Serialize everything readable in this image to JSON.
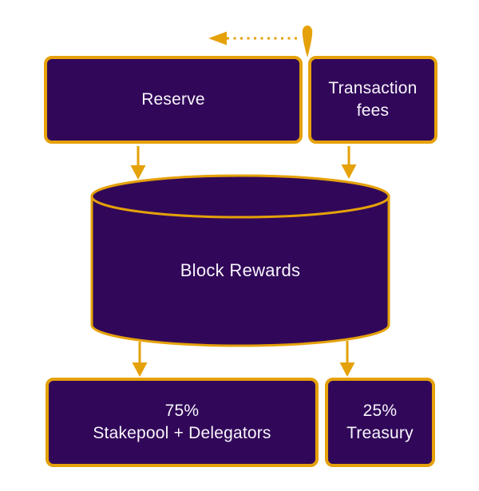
{
  "colors": {
    "background": "#ffffff",
    "node_fill": "#310859",
    "accent": "#e5a109",
    "text": "#f8f5fc"
  },
  "nodes": {
    "reserve": {
      "label": "Reserve"
    },
    "transaction_fees": {
      "label": "Transaction fees"
    },
    "block_rewards": {
      "label": "Block Rewards"
    },
    "stakepool_delegators": {
      "percent": "75%",
      "label": "Stakepool + Delegators"
    },
    "treasury": {
      "percent": "25%",
      "label": "Treasury"
    }
  },
  "icons": {
    "dotted_arrow": "dotted-left-arrow",
    "input_marker": "down-teardrop-pointer",
    "flow_arrows": "solid-down-arrow"
  }
}
